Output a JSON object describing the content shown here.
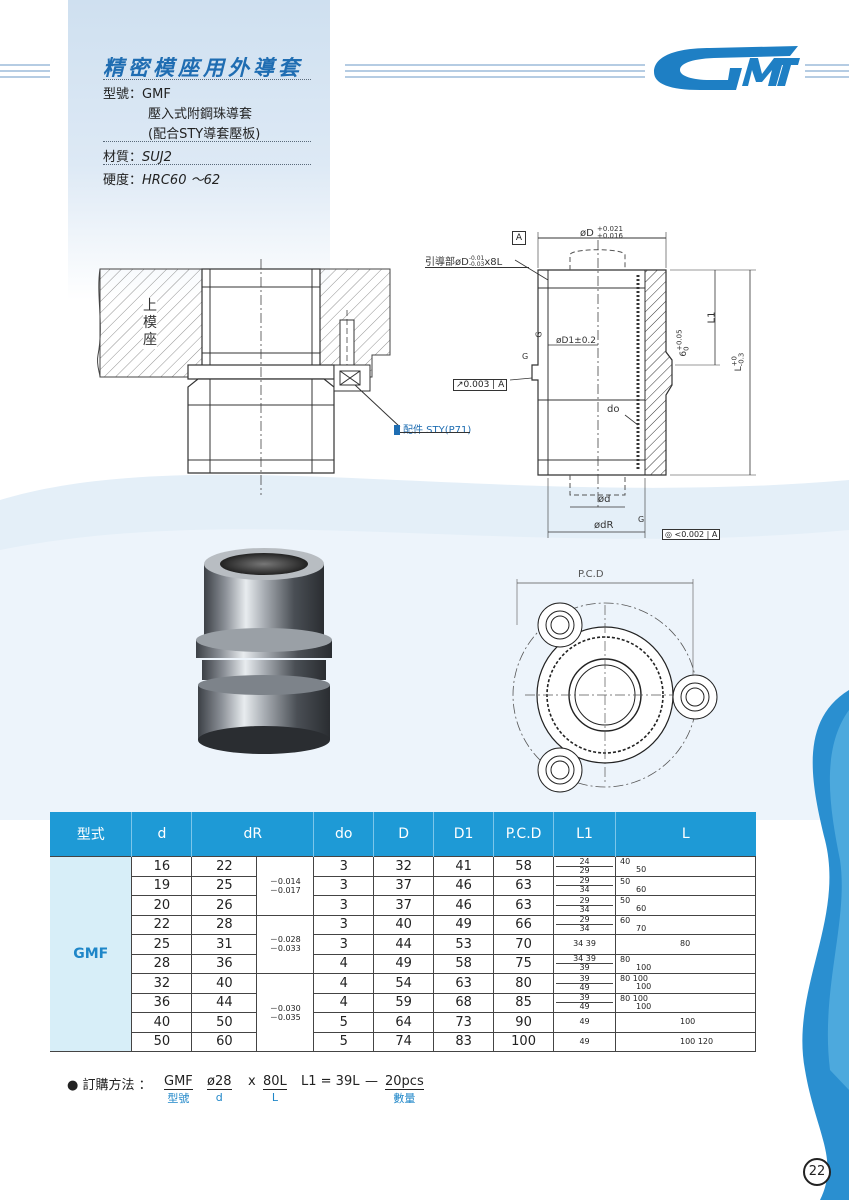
{
  "header": {
    "title": "精密模座用外導套",
    "model_label": "型號",
    "model_value": "GMF",
    "desc_line1": "壓入式附鋼珠導套",
    "desc_line2": "(配合STY導套壓板)",
    "material_label": "材質",
    "material_value": "SUJ2",
    "hardness_label": "硬度",
    "hardness_value": "HRC60 ～62"
  },
  "logo": {
    "text": "GMT",
    "color": "#1e7fc4"
  },
  "drawing": {
    "upper_die_label": [
      "上",
      "模",
      "座"
    ],
    "part_callout": "配件 STY(P71)",
    "guide_label": "引導部",
    "guide_dim": "øD",
    "guide_tol_top": "-0.01",
    "guide_tol_bot": "-0.03",
    "guide_suffix": "x8L",
    "datum": "A",
    "D_label": "øD",
    "D_tol_top": "+0.021",
    "D_tol_bot": "+0.016",
    "D1_label": "øD1±0.2",
    "runout": "0.003",
    "do_label": "do",
    "d_label": "ød",
    "dR_label": "ødR",
    "roundness": "<0.002",
    "L1_label": "L1",
    "six_label": "6",
    "six_tol_top": "+0.05",
    "six_tol_bot": "0",
    "L_label": "L",
    "L_tol_top": "+0",
    "L_tol_bot": "-0.3",
    "G": "G",
    "pcd_label": "P.C.D"
  },
  "table": {
    "headers": [
      "型式",
      "d",
      "dR",
      "do",
      "D",
      "D1",
      "P.C.D",
      "L1",
      "L"
    ],
    "series": "GMF",
    "rows": [
      {
        "d": "16",
        "dR": "22",
        "do": "3",
        "D": "32",
        "D1": "41",
        "pcd": "58",
        "l1": [
          "24",
          "29"
        ],
        "l": [
          "40",
          "50"
        ]
      },
      {
        "d": "19",
        "dR": "25",
        "do": "3",
        "D": "37",
        "D1": "46",
        "pcd": "63",
        "l1": [
          "29",
          "34"
        ],
        "l": [
          "50",
          "60"
        ]
      },
      {
        "d": "20",
        "dR": "26",
        "do": "3",
        "D": "37",
        "D1": "46",
        "pcd": "63",
        "l1": [
          "29",
          "34"
        ],
        "l": [
          "50",
          "60"
        ]
      },
      {
        "d": "22",
        "dR": "28",
        "do": "3",
        "D": "40",
        "D1": "49",
        "pcd": "66",
        "l1": [
          "29",
          "34"
        ],
        "l": [
          "60",
          "70"
        ]
      },
      {
        "d": "25",
        "dR": "31",
        "do": "3",
        "D": "44",
        "D1": "53",
        "pcd": "70",
        "l1": [
          "34 39"
        ],
        "l": [
          "80"
        ]
      },
      {
        "d": "28",
        "dR": "36",
        "do": "4",
        "D": "49",
        "D1": "58",
        "pcd": "75",
        "l1": [
          "34 39",
          "39"
        ],
        "l": [
          "80",
          "100"
        ]
      },
      {
        "d": "32",
        "dR": "40",
        "do": "4",
        "D": "54",
        "D1": "63",
        "pcd": "80",
        "l1": [
          "39",
          "49"
        ],
        "l": [
          "80 100",
          "100"
        ]
      },
      {
        "d": "36",
        "dR": "44",
        "do": "4",
        "D": "59",
        "D1": "68",
        "pcd": "85",
        "l1": [
          "39",
          "49"
        ],
        "l": [
          "80 100",
          "100"
        ]
      },
      {
        "d": "40",
        "dR": "50",
        "do": "5",
        "D": "64",
        "D1": "73",
        "pcd": "90",
        "l1": [
          "49"
        ],
        "l": [
          "100"
        ]
      },
      {
        "d": "50",
        "dR": "60",
        "do": "5",
        "D": "74",
        "D1": "83",
        "pcd": "100",
        "l1": [
          "49"
        ],
        "l": [
          "100 120"
        ]
      }
    ],
    "tol_groups": [
      {
        "top": "－0.014",
        "bot": "－0.017"
      },
      {
        "top": "－0.028",
        "bot": "－0.033"
      },
      {
        "top": "－0.030",
        "bot": "－0.035"
      }
    ]
  },
  "order": {
    "label": "● 訂購方法 ：",
    "model": "GMF",
    "model_sub": "型號",
    "d": "ø28",
    "d_sub": "d",
    "x": "x",
    "l": "80L",
    "l_sub": "L",
    "l1": "L1 = 39L",
    "dash": "—",
    "qty": "20pcs",
    "qty_sub": "數量"
  },
  "page_number": "22"
}
